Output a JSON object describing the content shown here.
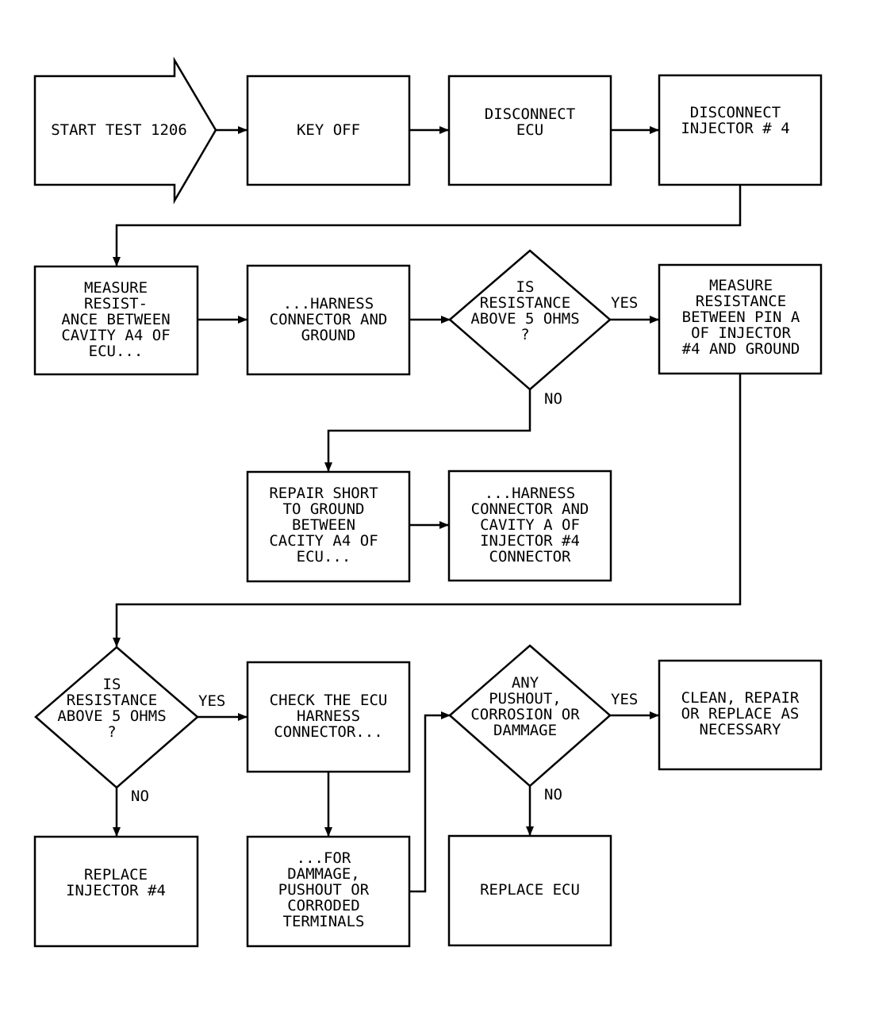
{
  "nodes": {
    "start": [
      "START TEST 1206"
    ],
    "key_off": [
      "KEY OFF"
    ],
    "disc_ecu": [
      "DISCONNECT",
      "ECU"
    ],
    "disc_inj": [
      "DISCONNECT",
      "INJECTOR # 4"
    ],
    "measure1": [
      "MEASURE",
      "RESIST-",
      "ANCE BETWEEN",
      "CAVITY A4 OF",
      "ECU..."
    ],
    "harness1": [
      "...HARNESS",
      "CONNECTOR AND",
      "GROUND"
    ],
    "decision1": [
      "IS",
      "RESISTANCE",
      "ABOVE 5 OHMS",
      "?"
    ],
    "measure2": [
      "MEASURE",
      "RESISTANCE",
      "BETWEEN PIN A",
      "OF INJECTOR",
      "#4 AND GROUND"
    ],
    "repair_short": [
      "REPAIR SHORT",
      "TO GROUND",
      "BETWEEN",
      "CACITY A4 OF",
      "ECU..."
    ],
    "harness2": [
      "...HARNESS",
      "CONNECTOR AND",
      "CAVITY A OF",
      "INJECTOR #4",
      "CONNECTOR"
    ],
    "decision2": [
      "IS",
      "RESISTANCE",
      "ABOVE 5 OHMS",
      "?"
    ],
    "check_ecu": [
      "CHECK THE ECU",
      "HARNESS",
      "CONNECTOR..."
    ],
    "decision3": [
      "ANY",
      "PUSHOUT,",
      "CORROSION OR",
      "DAMMAGE"
    ],
    "clean": [
      "CLEAN, REPAIR",
      "OR REPLACE AS",
      "NECESSARY"
    ],
    "replace_inj": [
      "REPLACE",
      "INJECTOR #4"
    ],
    "for_damage": [
      "...FOR",
      "DAMMAGE,",
      "PUSHOUT OR",
      "CORRODED",
      "TERMINALS"
    ],
    "replace_ecu": [
      "REPLACE ECU"
    ]
  },
  "edge_labels": {
    "d1_yes": "YES",
    "d1_no": "NO",
    "d2_yes": "YES",
    "d2_no": "NO",
    "d3_yes": "YES",
    "d3_no": "NO"
  }
}
